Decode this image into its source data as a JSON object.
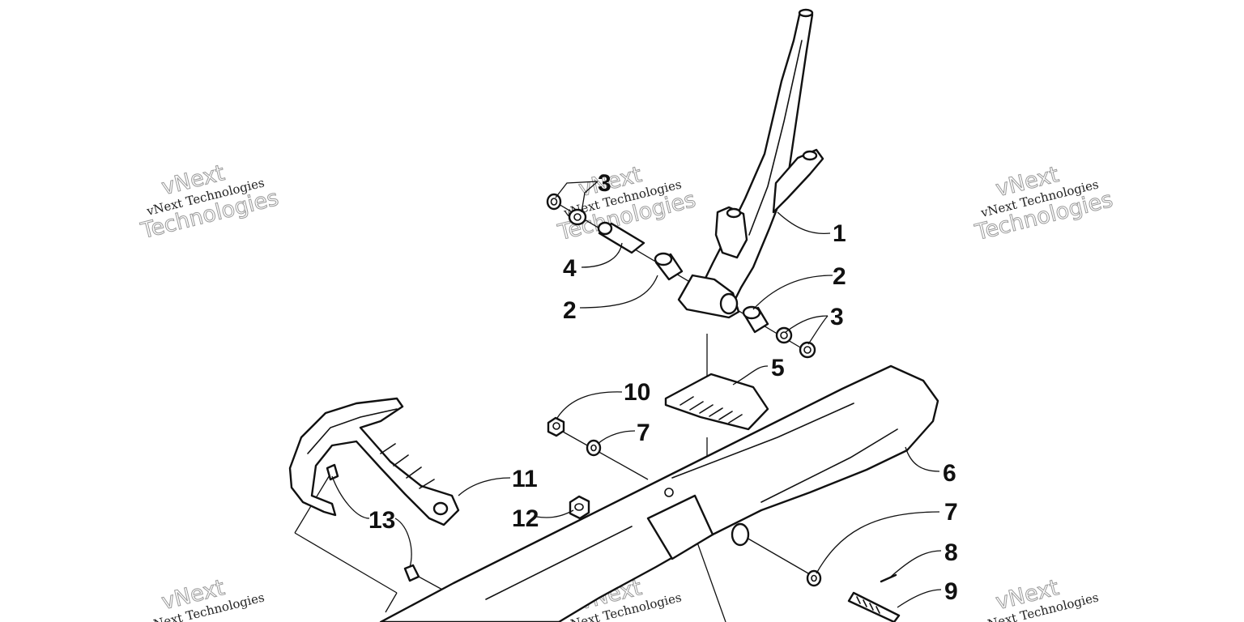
{
  "diagram": {
    "callouts": {
      "c1": "1",
      "c2a": "2",
      "c2b": "2",
      "c3a": "3",
      "c3b": "3",
      "c4": "4",
      "c5": "5",
      "c6": "6",
      "c7a": "7",
      "c7b": "7",
      "c8": "8",
      "c9": "9",
      "c10": "10",
      "c11": "11",
      "c12": "12",
      "c13": "13"
    },
    "watermark": {
      "line1": "vNext",
      "line2": "vNext Technologies",
      "line3": "Technologies"
    }
  }
}
